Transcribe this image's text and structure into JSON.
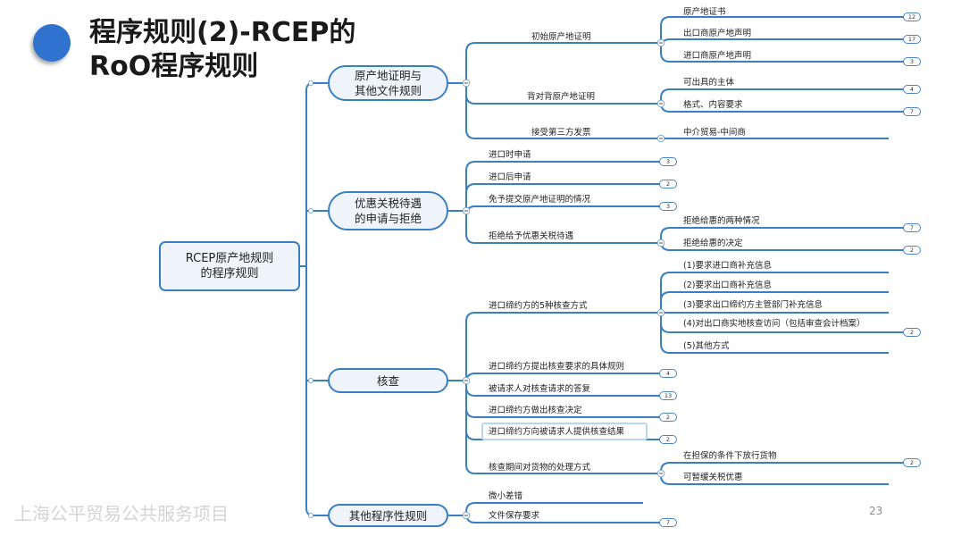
{
  "slide": {
    "title_line1": "程序规则(2)-RCEP的",
    "title_line2": "RoO程序规则",
    "footer_org": "上海公平贸易公共服务项目",
    "page_number": "23"
  },
  "mindmap": {
    "root": "RCEP原产地规则\n的程序规则",
    "branches": [
      {
        "label": "原产地证明与\n其他文件规则",
        "children": [
          {
            "label": "初始原产地证明",
            "children": [
              {
                "label": "原产地证书",
                "badge": "12"
              },
              {
                "label": "出口商原产地声明",
                "badge": "17"
              },
              {
                "label": "进口商原产地声明",
                "badge": "3"
              }
            ]
          },
          {
            "label": "背对背原产地证明",
            "children": [
              {
                "label": "可出具的主体",
                "badge": "4"
              },
              {
                "label": "格式、内容要求",
                "badge": "7"
              }
            ]
          },
          {
            "label": "接受第三方发票",
            "children": [
              {
                "label": "中介贸易-中间商",
                "badge": ""
              }
            ]
          }
        ]
      },
      {
        "label": "优惠关税待遇\n的申请与拒绝",
        "children": [
          {
            "label": "进口时申请",
            "badge": "3"
          },
          {
            "label": "进口后申请",
            "badge": "2"
          },
          {
            "label": "免予提交原产地证明的情况",
            "badge": "3"
          },
          {
            "label": "拒绝给予优惠关税待遇",
            "children": [
              {
                "label": "拒绝给惠的两种情况",
                "badge": "7"
              },
              {
                "label": "拒绝给惠的决定",
                "badge": "2"
              }
            ]
          }
        ]
      },
      {
        "label": "核查",
        "children": [
          {
            "label": "进口缔约方的5种核查方式",
            "children": [
              {
                "label": "(1)要求进口商补充信息",
                "badge": ""
              },
              {
                "label": "(2)要求出口商补充信息",
                "badge": ""
              },
              {
                "label": "(3)要求出口缔约方主管部门补充信息",
                "badge": ""
              },
              {
                "label": "(4)对出口商实地核查访问（包括审查会计档案）",
                "badge": "2"
              },
              {
                "label": "(5)其他方式",
                "badge": ""
              }
            ]
          },
          {
            "label": "进口缔约方提出核查要求的具体规则",
            "badge": "4"
          },
          {
            "label": "被请求人对核查请求的答复",
            "badge": "13"
          },
          {
            "label": "进口缔约方做出核查决定",
            "badge": "2"
          },
          {
            "label": "进口缔约方向被请求人提供核查结果",
            "badge": "2",
            "selected": true
          },
          {
            "label": "核查期间对货物的处理方式",
            "children": [
              {
                "label": "在担保的条件下放行货物",
                "badge": "2"
              },
              {
                "label": "可暂缓关税优惠",
                "badge": ""
              }
            ]
          }
        ]
      },
      {
        "label": "其他程序性规则",
        "children": [
          {
            "label": "微小差错",
            "badge": ""
          },
          {
            "label": "文件保存要求",
            "badge": "7"
          }
        ]
      }
    ]
  },
  "colors": {
    "line": "#3a7fc1",
    "node_fill": "#eef4fa",
    "bullet": "#2f73cf",
    "footer_text": "#d4d4d4"
  }
}
